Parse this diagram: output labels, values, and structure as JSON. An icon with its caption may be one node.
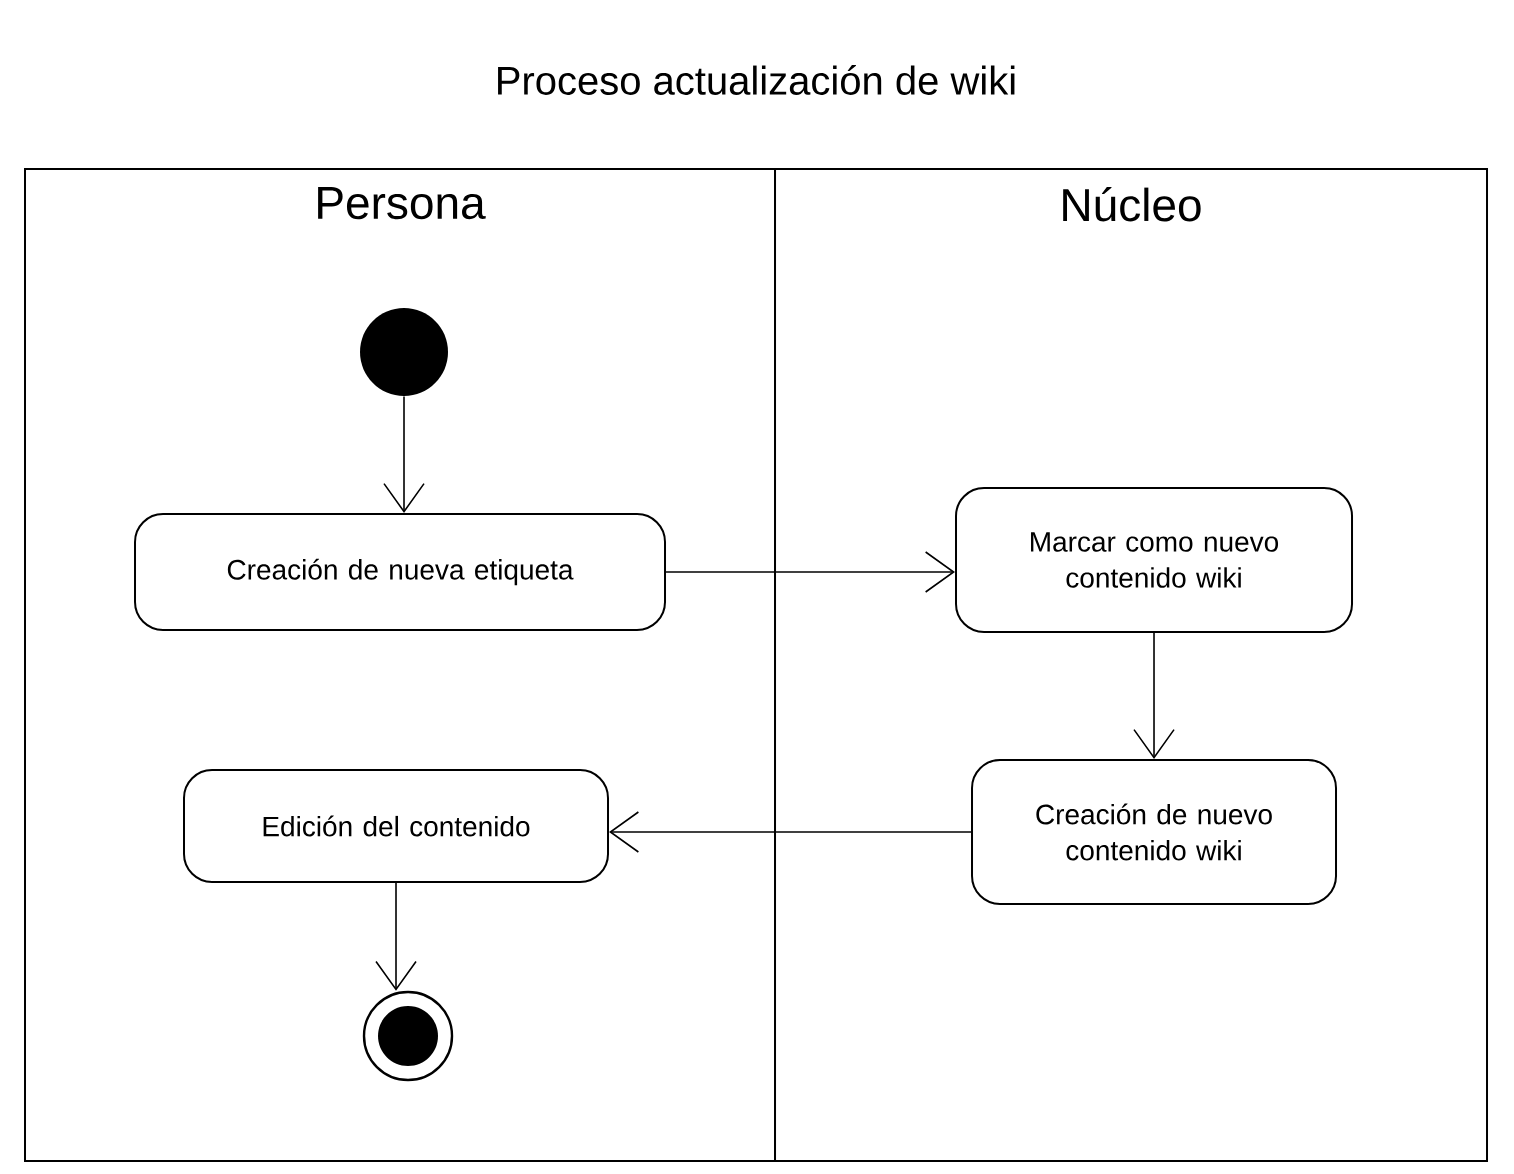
{
  "diagram": {
    "title": "Proceso actualización de wiki",
    "nodes": [
      {
        "text": [
          "Persona"
        ]
      },
      {
        "text": [
          "Núcleo"
        ]
      },
      {
        "text": [],
        "shape": "circle",
        "in": 0
      },
      {
        "text": [
          "Creación de nueva etiqueta"
        ],
        "in": 0
      },
      {
        "text": [
          "Marcar como nuevo contenido wiki"
        ],
        "in": 1
      },
      {
        "text": [
          "Creación de nuevo contenido wiki"
        ],
        "in": 1
      },
      {
        "text": [
          "Edición del contenido"
        ],
        "in": 0
      },
      {
        "text": [],
        "shape": "circle",
        "in": 0
      }
    ],
    "edges": [
      {
        "from": 2,
        "to": 3,
        "arrow": "to"
      },
      {
        "from": 3,
        "to": 4,
        "arrow": "to"
      },
      {
        "from": 4,
        "to": 5,
        "arrow": "to"
      },
      {
        "from": 5,
        "to": 6,
        "arrow": "to"
      },
      {
        "from": 6,
        "to": 7,
        "arrow": "to"
      }
    ]
  }
}
